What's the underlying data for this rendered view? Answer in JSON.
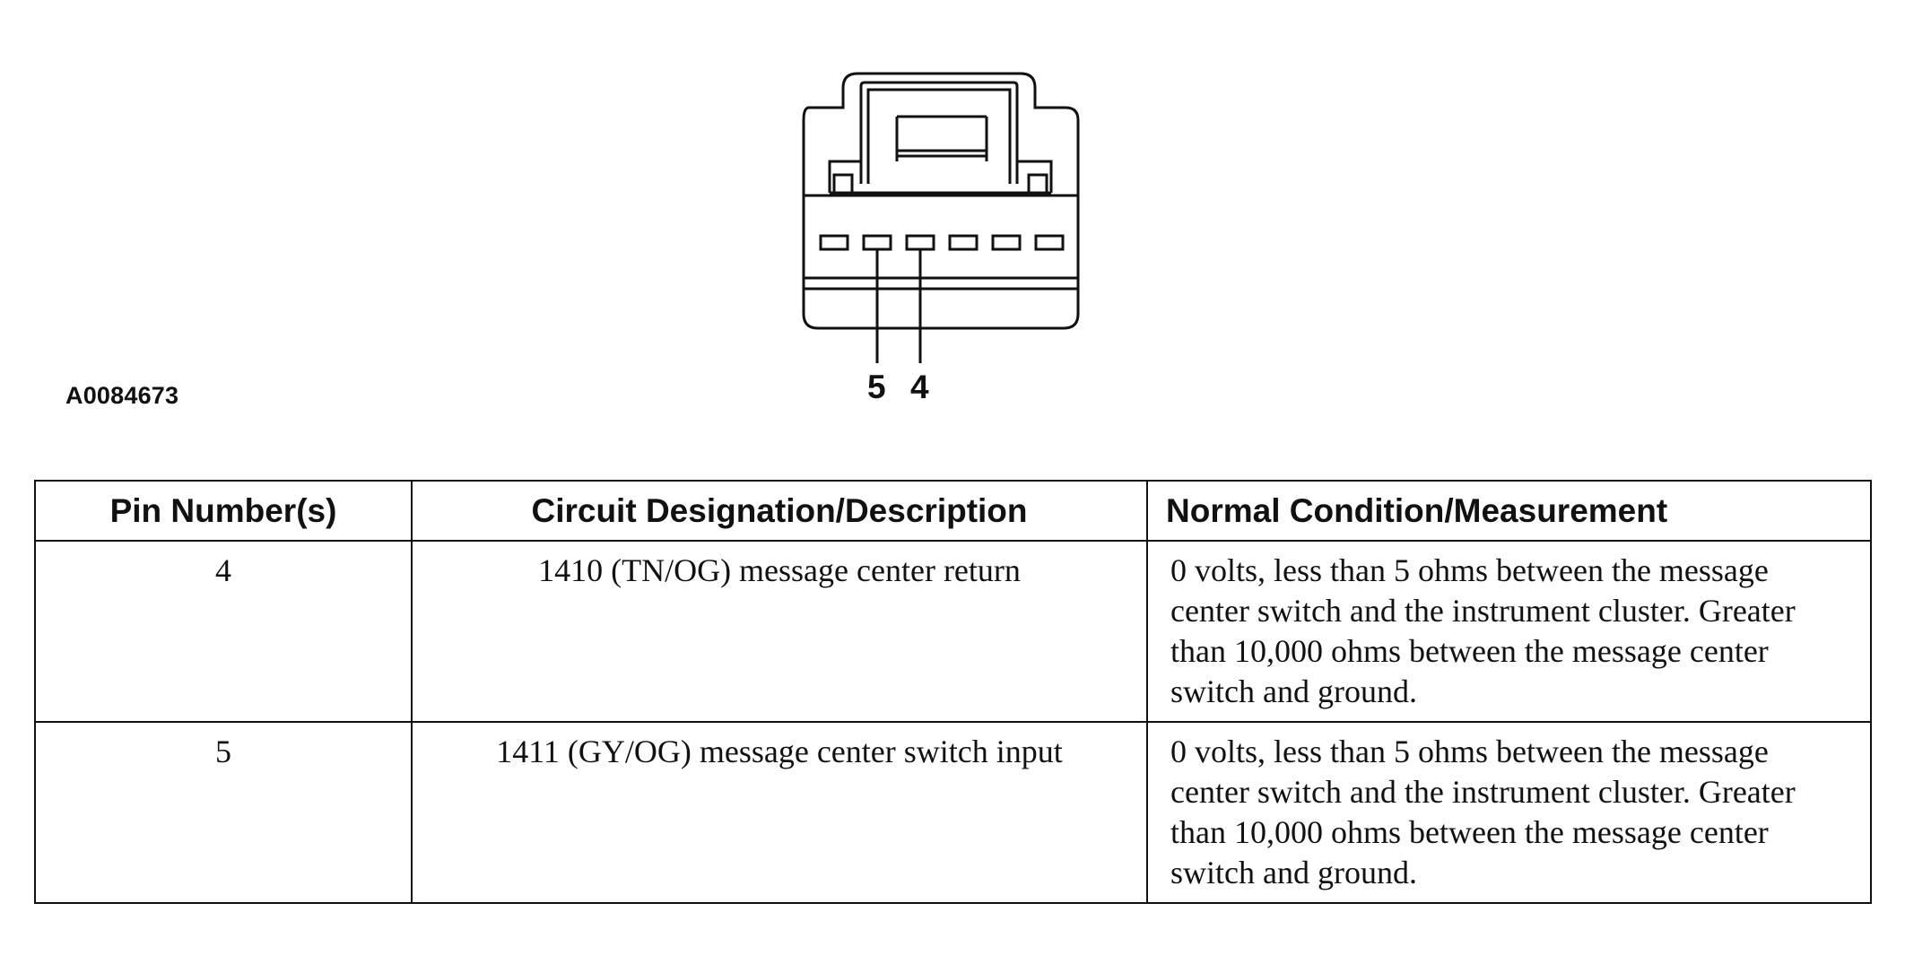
{
  "figure": {
    "id_label": "A0084673",
    "pin_labels": [
      "5",
      "4"
    ]
  },
  "table": {
    "headers": {
      "pin": "Pin Number(s)",
      "circuit": "Circuit Designation/Description",
      "normal": "Normal Condition/Measurement"
    },
    "rows": [
      {
        "pin": "4",
        "circuit": "1410 (TN/OG) message center return",
        "normal": "0 volts, less than 5 ohms between the message center switch and the instrument cluster. Greater than 10,000 ohms between the message center switch and ground."
      },
      {
        "pin": "5",
        "circuit": "1411 (GY/OG) message center switch input",
        "normal": "0 volts, less than 5 ohms between the message center switch and the instrument cluster. Greater than 10,000 ohms between the message center switch and ground."
      }
    ]
  }
}
